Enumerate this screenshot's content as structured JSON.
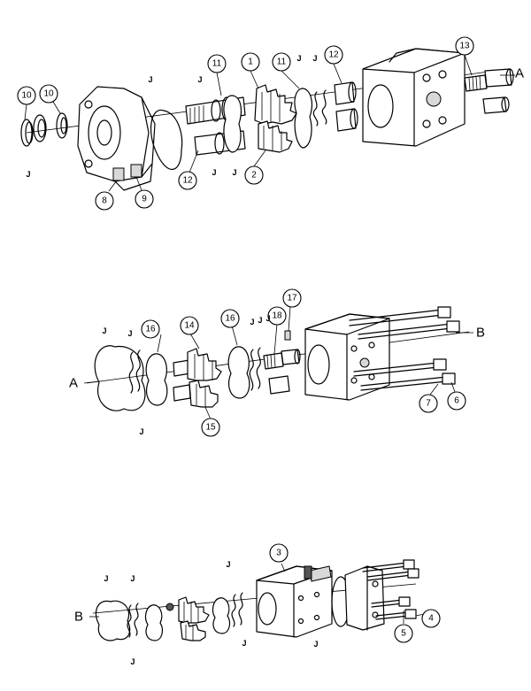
{
  "top": {
    "callouts": [
      "10",
      "10",
      "11",
      "1",
      "11",
      "12",
      "13",
      "8",
      "9",
      "12",
      "2"
    ],
    "j_labels": [
      "J",
      "J",
      "J",
      "J",
      "J",
      "J",
      "J"
    ],
    "connector_letter": "A"
  },
  "middle": {
    "callouts": [
      "16",
      "14",
      "16",
      "17",
      "18",
      "15",
      "7",
      "6"
    ],
    "j_labels": [
      "J",
      "J",
      "J",
      "J",
      "J",
      "J"
    ],
    "left_letter": "A",
    "right_letter": "B"
  },
  "bottom": {
    "callouts": [
      "3",
      "4",
      "5"
    ],
    "j_labels": [
      "J",
      "J",
      "J",
      "J",
      "J",
      "J"
    ],
    "left_letter": "B"
  }
}
